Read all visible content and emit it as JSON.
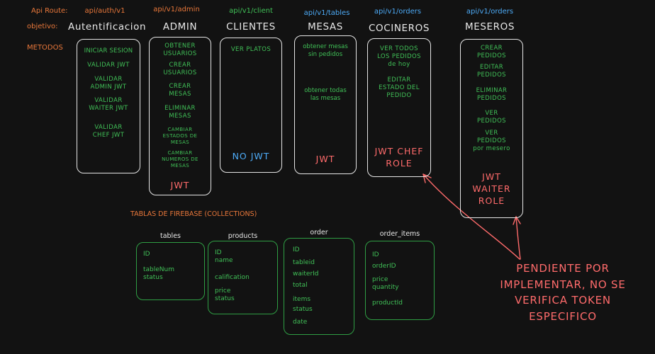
{
  "labels": {
    "api_route": "Api Route:",
    "objetivo": "objetivo:",
    "metodos": "METODOS",
    "firebase_title": "TABLAS DE FIREBASE (COLLECTIONS)"
  },
  "columns": [
    {
      "route": "api/auth/v1",
      "title": "Autentificacion",
      "methods": [
        "INICIAR SESION",
        "VALIDAR JWT",
        "VALIDAR\nADMIN JWT",
        "VALIDAR\nWAITER JWT",
        "VALIDAR\nCHEF JWT"
      ],
      "auth": ""
    },
    {
      "route": "api/v1/admin",
      "title": "ADMIN",
      "methods": [
        "OBTENER\nUSUARIOS",
        "CREAR\nUSUARIOS",
        "CREAR\nMESAS",
        "ELIMINAR\nMESAS",
        "CAMBIAR\nESTADOS DE\nMESAS",
        "CAMBIAR\nNUMEROS DE\nMESAS"
      ],
      "auth": "JWT"
    },
    {
      "route": "api/v1/client",
      "title": "CLIENTES",
      "methods": [
        "VER PLATOS"
      ],
      "auth": "NO JWT"
    },
    {
      "route": "api/v1/tables",
      "title": "MESAS",
      "methods": [
        "obtener mesas\nsin pedidos",
        "obtener todas\nlas mesas"
      ],
      "auth": "JWT"
    },
    {
      "route": "api/v1/orders",
      "title": "COCINEROS",
      "methods": [
        "VER TODOS\nLOS PEDIDOS\nde hoy",
        "EDITAR\nESTADO DEL\nPEDIDO"
      ],
      "auth": "JWT CHEF\nROLE"
    },
    {
      "route": "api/v1/orders",
      "title": "MESEROS",
      "methods": [
        "CREAR\nPEDIDOS",
        "EDITAR\nPEDIDOS",
        "ELIMINAR\nPEDIDOS",
        "VER\nPEDIDOS",
        "VER\nPEDIDOS\npor mesero"
      ],
      "auth": "JWT\nWAITER\nROLE"
    }
  ],
  "collections": [
    {
      "name": "tables",
      "fields": [
        "ID",
        "tableNum\nstatus"
      ]
    },
    {
      "name": "products",
      "fields": [
        "ID\nname",
        "calification",
        "price\nstatus"
      ]
    },
    {
      "name": "order",
      "fields": [
        "ID",
        "tableid\nwaiterId\ntotal",
        "items\nstatus",
        "date"
      ]
    },
    {
      "name": "order_items",
      "fields": [
        "ID\norderID",
        "price\nquantity",
        "productId"
      ]
    }
  ],
  "note": "PENDIENTE POR\nIMPLEMENTAR, NO SE\nVERIFICA TOKEN\nESPECIFICO",
  "colors": {
    "background": "#121212",
    "box_stroke": "#e6e6e6",
    "method_text": "#40c057",
    "collection_stroke": "#2f9e44",
    "label_orange": "#e8773a",
    "route_orange": "#e8773a",
    "route_green": "#40c057",
    "route_blue": "#4dabf7",
    "accent_red": "#ff6b6b"
  }
}
